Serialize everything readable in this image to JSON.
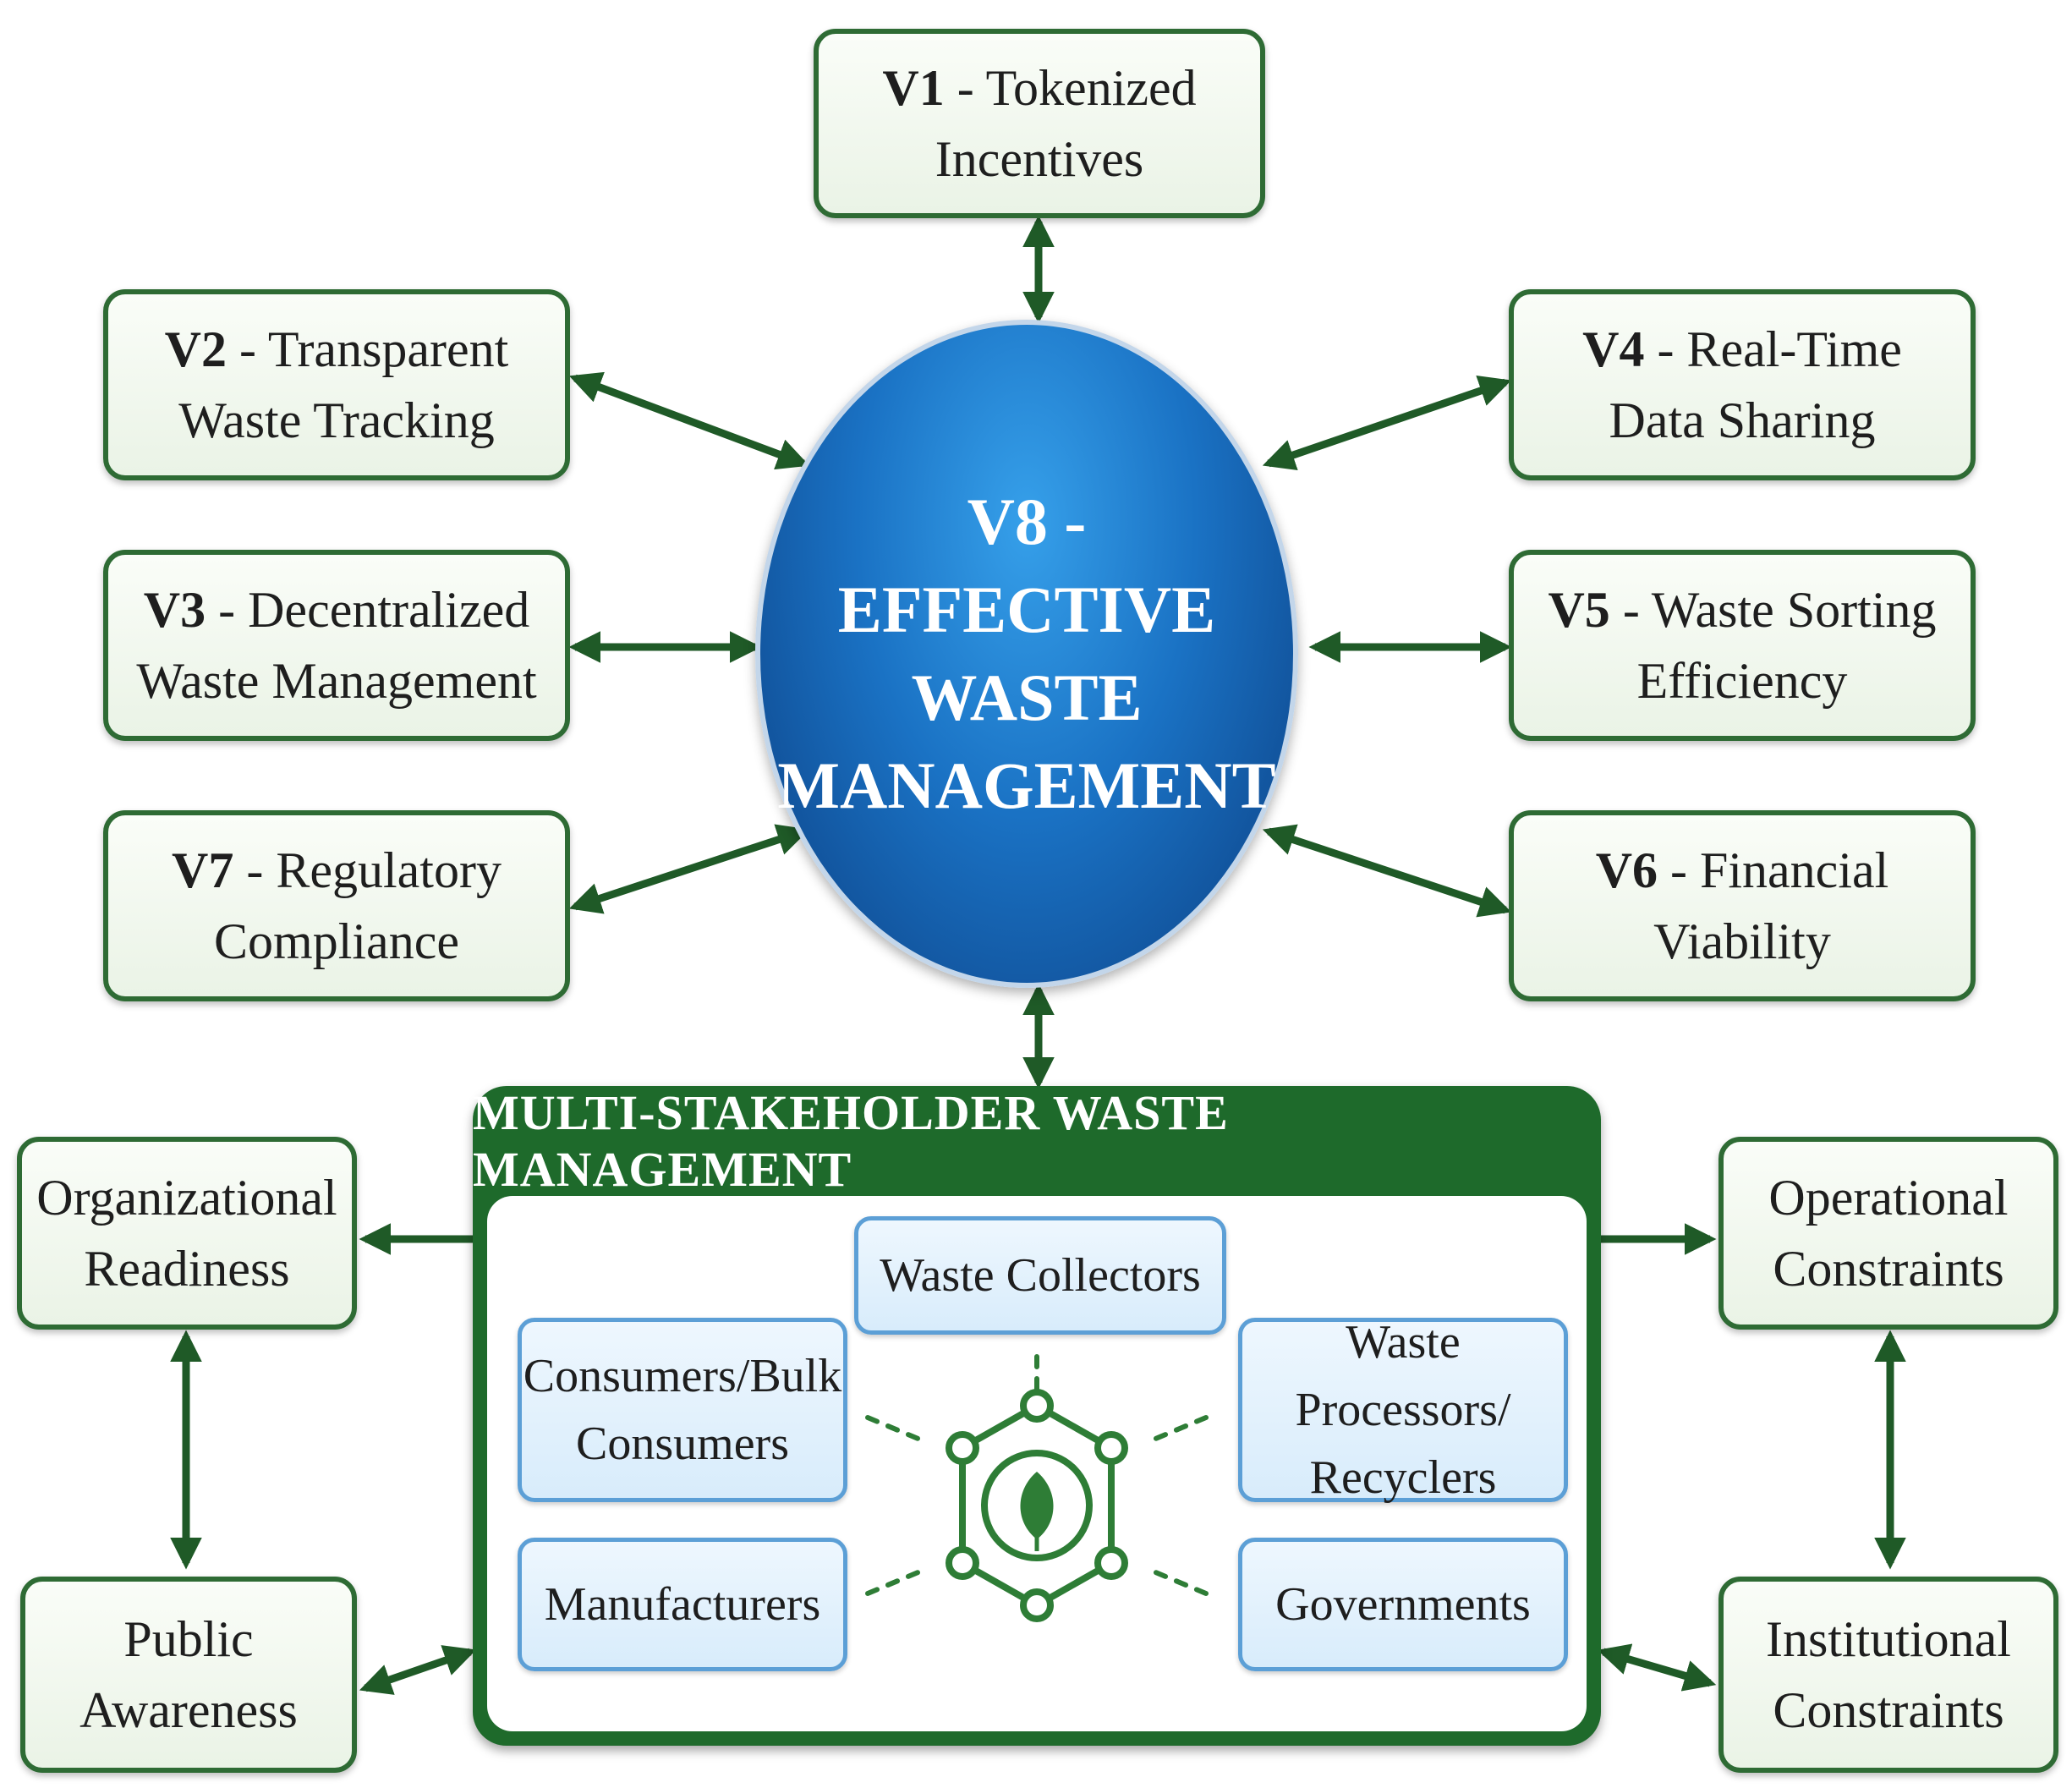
{
  "hub": {
    "line1": "V8 -",
    "line2": "EFFECTIVE",
    "line3": "WASTE",
    "line4": "MANAGEMENT"
  },
  "variables": {
    "v1": {
      "code": "V1",
      "line1": " - Tokenized",
      "line2": "Incentives"
    },
    "v2": {
      "code": "V2",
      "line1": " - Transparent",
      "line2": "Waste Tracking"
    },
    "v3": {
      "code": "V3",
      "line1": " - Decentralized",
      "line2": "Waste Management"
    },
    "v4": {
      "code": "V4",
      "line1": " - Real-Time",
      "line2": "Data Sharing"
    },
    "v5": {
      "code": "V5",
      "line1": " - Waste Sorting",
      "line2": "Efficiency"
    },
    "v6": {
      "code": "V6",
      "line1": " - Financial",
      "line2": "Viability"
    },
    "v7": {
      "code": "V7",
      "line1": " - Regulatory",
      "line2": "Compliance"
    }
  },
  "multi_stakeholder": {
    "title": "MULTI-STAKEHOLDER WASTE MANAGEMENT",
    "stakeholders": {
      "waste_collectors": {
        "line1": "Waste Collectors"
      },
      "consumers": {
        "line1": "Consumers/Bulk",
        "line2": "Consumers"
      },
      "processors": {
        "line1": "Waste Processors/",
        "line2": "Recyclers"
      },
      "manufacturers": {
        "line1": "Manufacturers"
      },
      "governments": {
        "line1": "Governments"
      }
    },
    "center_icon": "leaf-network-icon"
  },
  "factors": {
    "organizational_readiness": {
      "line1": "Organizational",
      "line2": "Readiness"
    },
    "public_awareness": {
      "line1": "Public",
      "line2": "Awareness"
    },
    "operational_constraints": {
      "line1": "Operational",
      "line2": "Constraints"
    },
    "institutional_constraints": {
      "line1": "Institutional",
      "line2": "Constraints"
    }
  },
  "colors": {
    "green_dark": "#1e6a2b",
    "green_border": "#2e6b34",
    "blue_hub": "#1a72c4",
    "blue_border": "#5c9fd6"
  }
}
